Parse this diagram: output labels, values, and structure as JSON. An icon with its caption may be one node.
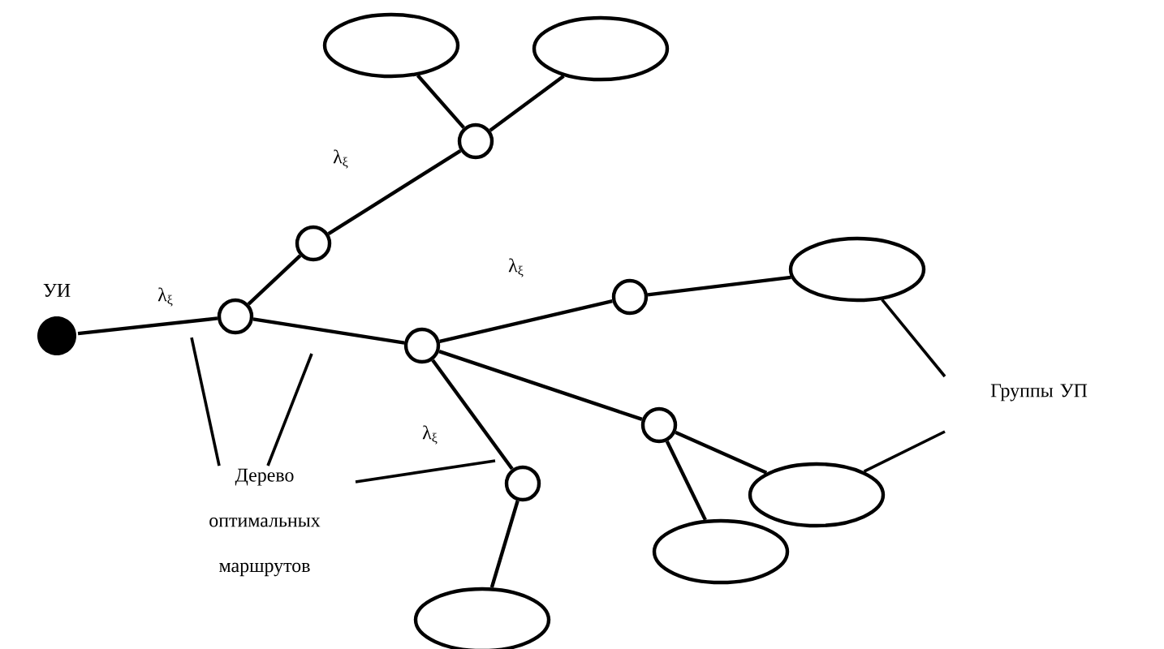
{
  "diagram": {
    "nodes": [
      {
        "text": [
          "УИ"
        ]
      },
      {
        "text": [],
        "shape": "circle"
      },
      {
        "text": [],
        "shape": "circle"
      },
      {
        "text": [],
        "shape": "circle"
      },
      {
        "text": [],
        "shape": "ellipse"
      },
      {
        "text": [],
        "shape": "ellipse"
      },
      {
        "text": [],
        "shape": "circle"
      },
      {
        "text": [],
        "shape": "circle"
      },
      {
        "text": [],
        "shape": "ellipse"
      },
      {
        "text": [],
        "shape": "circle"
      },
      {
        "text": [],
        "shape": "ellipse"
      },
      {
        "text": [],
        "shape": "ellipse"
      },
      {
        "text": [],
        "shape": "circle"
      },
      {
        "text": [],
        "shape": "ellipse"
      },
      {
        "text": [
          "Дерево оптимальных маршрутов"
        ]
      },
      {
        "text": [
          "Группы УП"
        ]
      }
    ],
    "edges": [
      {
        "from": 0,
        "to": 1,
        "arrow": "none",
        "label": "λ$_{ξ}$"
      },
      {
        "from": 1,
        "to": 2,
        "arrow": "none"
      },
      {
        "from": 2,
        "to": 3,
        "arrow": "none",
        "label": "λ$_{ξ}$"
      },
      {
        "from": 3,
        "to": 4,
        "arrow": "none"
      },
      {
        "from": 3,
        "to": 5,
        "arrow": "none"
      },
      {
        "from": 1,
        "to": 6,
        "arrow": "none"
      },
      {
        "from": 6,
        "to": 7,
        "arrow": "none",
        "label": "λ$_{ξ}$"
      },
      {
        "from": 7,
        "to": 8,
        "arrow": "none"
      },
      {
        "from": 6,
        "to": 9,
        "arrow": "none"
      },
      {
        "from": 9,
        "to": 10,
        "arrow": "none"
      },
      {
        "from": 9,
        "to": 11,
        "arrow": "none"
      },
      {
        "from": 6,
        "to": 12,
        "arrow": "none",
        "label": "λ$_{ξ}$"
      },
      {
        "from": 12,
        "to": 13,
        "arrow": "none"
      },
      {
        "from": 14,
        "to": null,
        "arrow": "none"
      },
      {
        "from": 14,
        "to": null,
        "arrow": "none"
      },
      {
        "from": 14,
        "to": null,
        "arrow": "none"
      },
      {
        "from": 15,
        "to": 8,
        "arrow": "none"
      },
      {
        "from": 15,
        "to": 10,
        "arrow": "none"
      }
    ]
  }
}
